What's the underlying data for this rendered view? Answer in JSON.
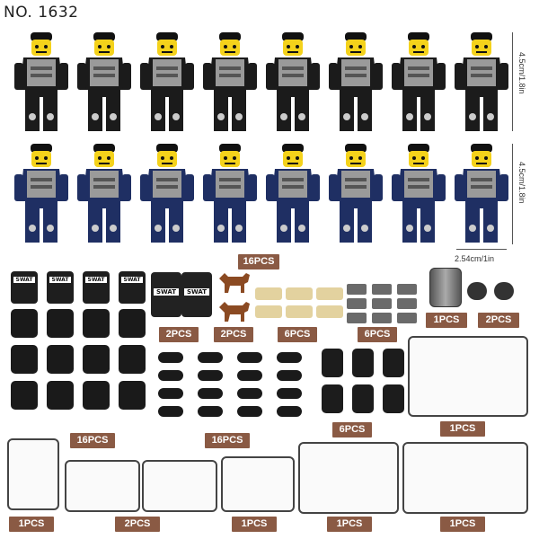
{
  "title": "NO. 1632",
  "dimensions": {
    "row1_height": "4.5cm/1.8in",
    "row2_height": "4.5cm/1.8in",
    "width": "2.54cm/1in"
  },
  "figures": {
    "row1": [
      "black-uniform",
      "black-uniform",
      "black-uniform",
      "black-uniform",
      "black-uniform",
      "black-uniform",
      "black-uniform",
      "black-uniform"
    ],
    "row2": [
      "blue-uniform",
      "blue-uniform",
      "blue-uniform",
      "blue-uniform",
      "blue-uniform",
      "blue-uniform",
      "blue-uniform",
      "blue-uniform"
    ]
  },
  "vest_text": "SWAT",
  "shield_text": "SWAT",
  "colors": {
    "badge": "#8a5a44",
    "black_uniform": "#1b1b1b",
    "blue_uniform": "#1f2f63",
    "vest": "#9a9a9a",
    "face": "#f4d21b",
    "dog": "#8b4a22",
    "sandbag": "#e3d29f",
    "brick": "#6a6a6a"
  },
  "badges": {
    "figures": "16PCS",
    "shields": "2PCS",
    "dogs": "2PCS",
    "sandbags": "6PCS",
    "bricks": "6PCS",
    "barrel": "1PCS",
    "masks": "2PCS",
    "vests": "16PCS",
    "hands": "16PCS",
    "backpacks": "6PCS",
    "weapons_sprue_large": "1PCS",
    "sprue_a": "1PCS",
    "sprue_b": "2PCS",
    "sprue_c": "1PCS",
    "sprue_d": "1PCS",
    "sprue_e": "1PCS"
  }
}
